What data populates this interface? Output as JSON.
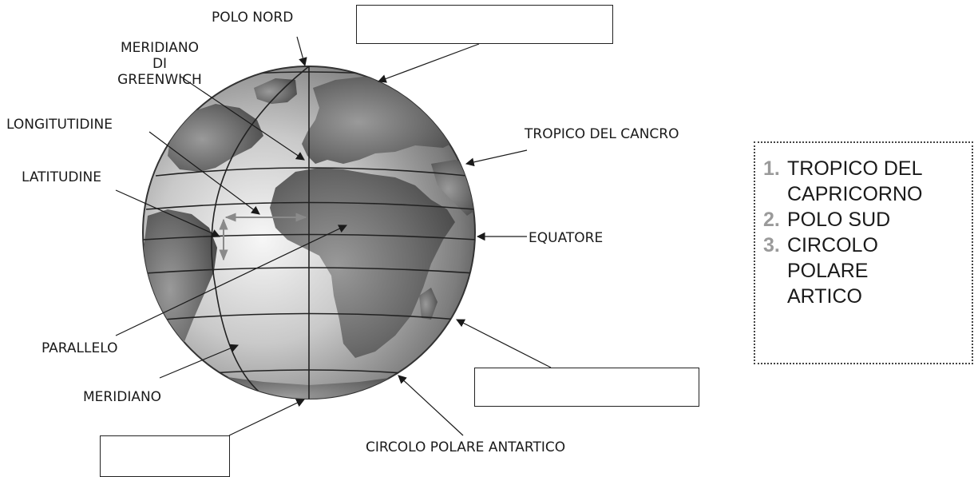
{
  "labels": {
    "polo_nord": "POLO NORD",
    "meridiano_greenwich": [
      "MERIDIANO",
      "DI",
      "GREENWICH"
    ],
    "longitudine": "LONGITUTIDINE",
    "latitudine": "LATITUDINE",
    "parallelo": "PARALLELO",
    "meridiano": "MERIDIANO",
    "tropico_cancro": "TROPICO DEL CANCRO",
    "equatore": "EQUATORE",
    "circolo_antartico": "CIRCOLO POLARE ANTARTICO"
  },
  "word_bank": [
    {
      "num": "1.",
      "lines": [
        "TROPICO DEL",
        "CAPRICORNO"
      ]
    },
    {
      "num": "2.",
      "lines": [
        "POLO SUD"
      ]
    },
    {
      "num": "3.",
      "lines": [
        "CIRCOLO",
        "POLARE",
        "ARTICO"
      ]
    }
  ],
  "colors": {
    "ocean_light": "#f4f4f4",
    "ocean_dark": "#5a5a5a",
    "land": "#6e6e6e",
    "line": "#222222",
    "arrow": "#1a1a1a",
    "measure_arrow": "#8a8a8a"
  }
}
